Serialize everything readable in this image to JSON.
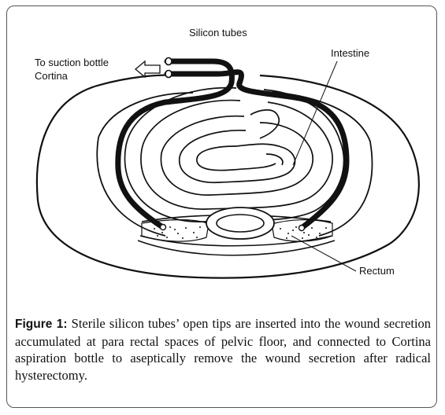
{
  "labels": {
    "silicon_tubes": "Silicon tubes",
    "suction_line1": "To suction bottle",
    "suction_line2": "Cortina",
    "intestine": "Intestine",
    "rectum": "Rectum"
  },
  "caption": {
    "label": "Figure 1:",
    "text": "Sterile silicon tubes’ open tips are inserted into the wound secretion accumulated at para rectal spaces of pelvic floor, and connected to Cortina aspiration bottle to aseptically remove the wound secretion after radical hysterectomy."
  },
  "colors": {
    "ink": "#111111",
    "frame": "#555555"
  }
}
